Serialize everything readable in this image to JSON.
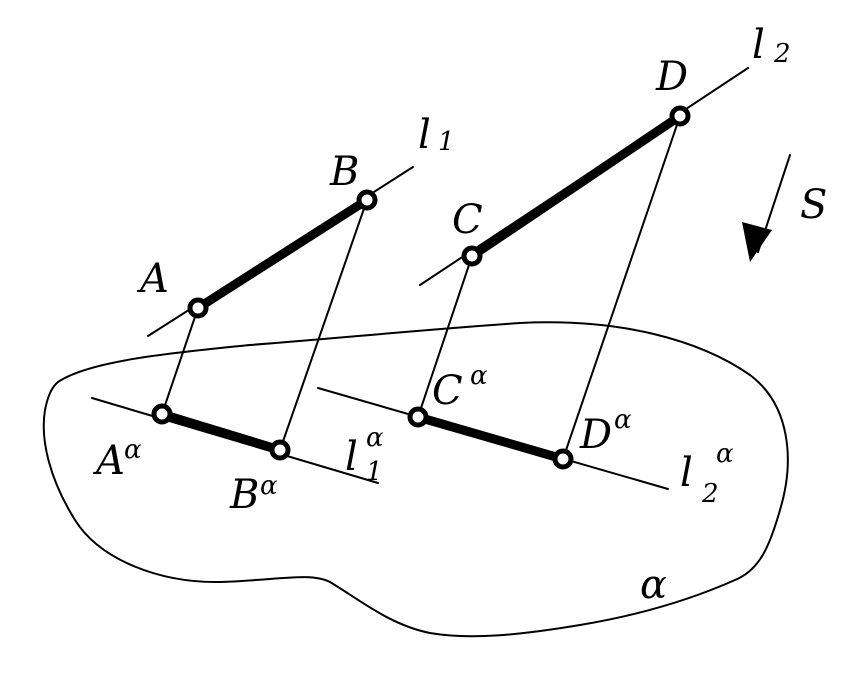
{
  "figure": {
    "plane_label": "α",
    "direction_label": "S",
    "points": {
      "A": "A",
      "B": "B",
      "C": "C",
      "D": "D",
      "A_proj": "A",
      "B_proj": "B",
      "C_proj": "C",
      "D_proj": "D",
      "proj_sup": "α"
    },
    "lines": {
      "l1": "l",
      "l1_sub": "1",
      "l2": "l",
      "l2_sub": "2",
      "l1_proj": "l",
      "l1_proj_sub": "1",
      "l1_proj_sup": "α",
      "l2_proj": "l",
      "l2_proj_sub": "2",
      "l2_proj_sup": "α"
    }
  }
}
